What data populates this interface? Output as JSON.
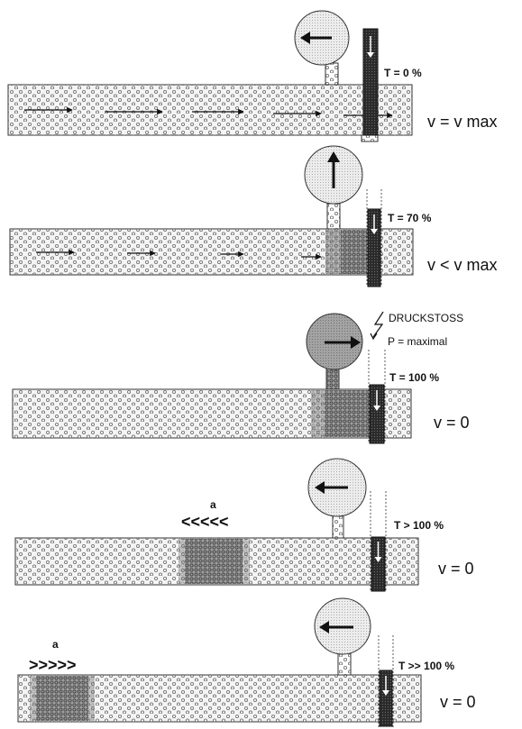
{
  "stages": [
    {
      "id": "stage-1",
      "t_label": "T = 0 %",
      "v_label": "v = v max",
      "gauge_direction": "left"
    },
    {
      "id": "stage-2",
      "t_label": "T = 70 %",
      "v_label": "v < v max",
      "gauge_direction": "up"
    },
    {
      "id": "stage-3",
      "t_label": "T = 100 %",
      "v_label": "v = 0",
      "gauge_direction": "right",
      "warning": "DRUCKSTOSS",
      "pressure": "P = maximal"
    },
    {
      "id": "stage-4",
      "t_label": "T > 100 %",
      "v_label": "v = 0",
      "gauge_direction": "left",
      "wave_marker": "a",
      "wave_arrows": "<<<<<"
    },
    {
      "id": "stage-5",
      "t_label": "T >> 100 %",
      "v_label": "v = 0",
      "gauge_direction": "left",
      "wave_marker": "a",
      "wave_arrows": ">>>>>"
    }
  ],
  "colors": {
    "pipe_fill": "#f4f4f4",
    "dot": "#888888",
    "dense": "#555555",
    "gauge_light": "#ececec",
    "gauge_dark": "#9a9a9a",
    "valve": "#2e2e2e"
  }
}
